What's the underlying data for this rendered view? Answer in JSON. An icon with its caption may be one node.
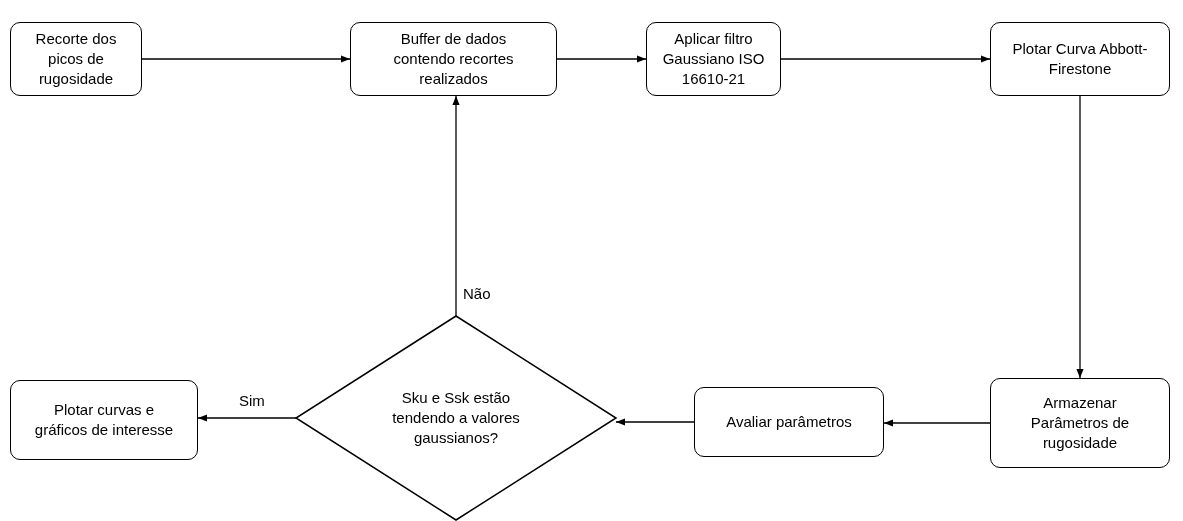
{
  "diagram": {
    "nodes": [
      {
        "text": [
          "Recorte dos picos de rugosidade"
        ]
      },
      {
        "text": [
          "Buffer de dados contendo recortes realizados"
        ]
      },
      {
        "text": [
          "Aplicar filtro Gaussiano ISO 16610-21"
        ]
      },
      {
        "text": [
          "Plotar Curva Abbott-Firestone"
        ]
      },
      {
        "text": [
          "Armazenar Parâmetros de rugosidade"
        ]
      },
      {
        "text": [
          "Avaliar parâmetros"
        ]
      },
      {
        "text": [
          "Sku e Ssk estão tendendo a valores gaussianos?"
        ]
      },
      {
        "text": [
          "Plotar curvas e gráficos de interesse"
        ]
      }
    ],
    "edges": [
      {
        "from": 0,
        "to": 1,
        "arrow": "to"
      },
      {
        "from": 1,
        "to": 2,
        "arrow": "to"
      },
      {
        "from": 2,
        "to": 3,
        "arrow": "to"
      },
      {
        "from": 3,
        "to": 4,
        "arrow": "to"
      },
      {
        "from": 4,
        "to": 5,
        "arrow": "to"
      },
      {
        "from": 5,
        "to": 6,
        "arrow": "to"
      },
      {
        "from": 6,
        "to": 7,
        "arrow": "to",
        "label": "Sim"
      },
      {
        "from": 6,
        "to": 1,
        "arrow": "to",
        "label": "Não"
      }
    ]
  }
}
